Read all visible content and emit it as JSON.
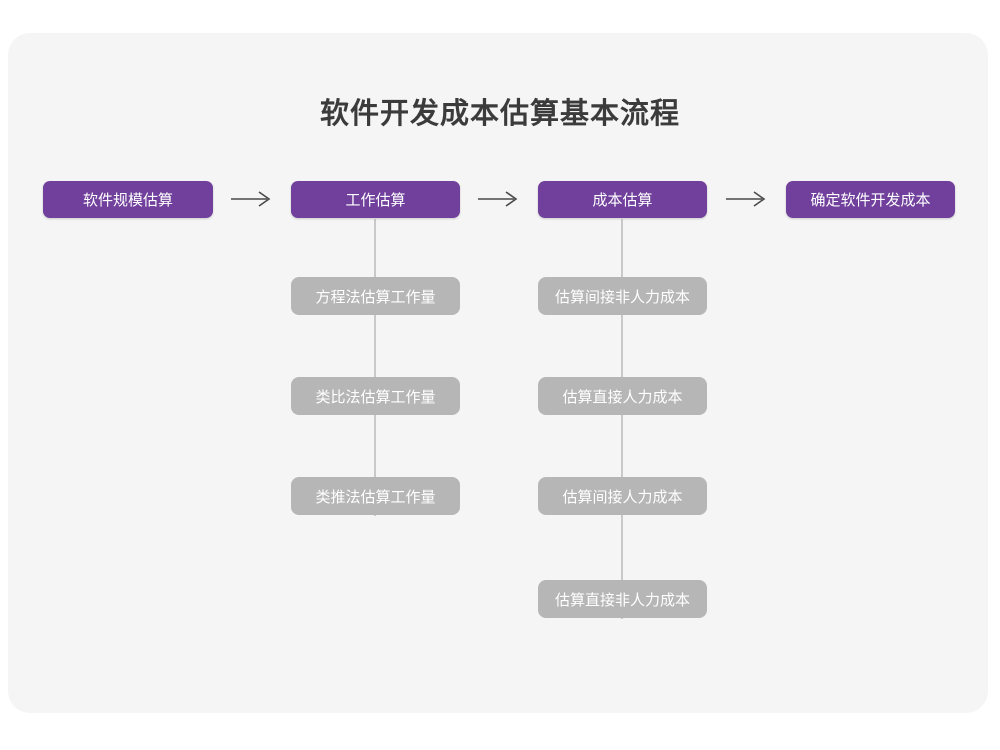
{
  "diagram": {
    "title": "软件开发成本估算基本流程",
    "colors": {
      "card_background": "#f5f5f5",
      "page_background": "#ffffff",
      "primary_node": "#71409c",
      "sub_node": "#b6b6b6",
      "connector": "#c9c9c9",
      "arrow": "#4a4a4a",
      "title_text": "#3b3b3b",
      "node_text": "#ffffff"
    },
    "stages": [
      {
        "id": "stage-1",
        "label": "软件规模估算",
        "children": []
      },
      {
        "id": "stage-2",
        "label": "工作估算",
        "children": [
          {
            "label": "方程法估算工作量"
          },
          {
            "label": "类比法估算工作量"
          },
          {
            "label": "类推法估算工作量"
          }
        ]
      },
      {
        "id": "stage-3",
        "label": "成本估算",
        "children": [
          {
            "label": "估算间接非人力成本"
          },
          {
            "label": "估算直接人力成本"
          },
          {
            "label": "估算间接人力成本"
          },
          {
            "label": "估算直接非人力成本"
          }
        ]
      },
      {
        "id": "stage-4",
        "label": "确定软件开发成本",
        "children": []
      }
    ],
    "connector_arrows": [
      {
        "name": "arrow-stage1-to-stage2",
        "glyph": "right-arrow-icon"
      },
      {
        "name": "arrow-stage2-to-stage3",
        "glyph": "right-arrow-icon"
      },
      {
        "name": "arrow-stage3-to-stage4",
        "glyph": "right-arrow-icon"
      }
    ]
  }
}
